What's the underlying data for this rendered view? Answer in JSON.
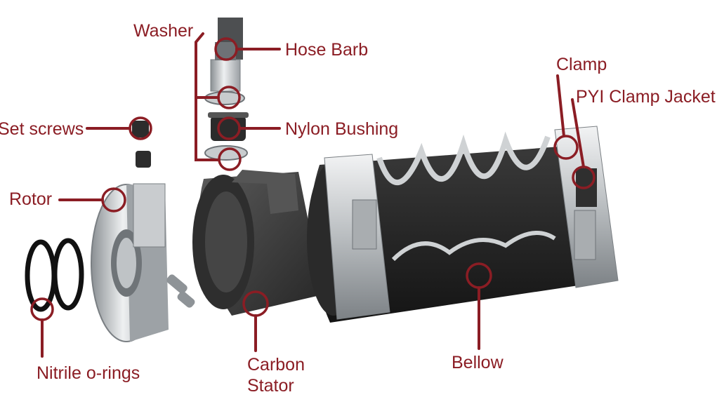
{
  "labels": {
    "washer": "Washer",
    "hose_barb": "Hose Barb",
    "set_screws": "Set screws",
    "nylon_bushing": "Nylon Bushing",
    "rotor": "Rotor",
    "clamp": "Clamp",
    "pyi_clamp_jacket": "PYI Clamp Jacket",
    "carbon_stator_line1": "Carbon",
    "carbon_stator_line2": "Stator",
    "bellow": "Bellow",
    "nitrile_orings": "Nitrile o-rings"
  },
  "colors": {
    "callout": "#8b1d24",
    "steel_light": "#d9dbdd",
    "steel_dark": "#6f7478",
    "carbon": "#3a3a3a",
    "rubber": "#1d1d1d"
  }
}
